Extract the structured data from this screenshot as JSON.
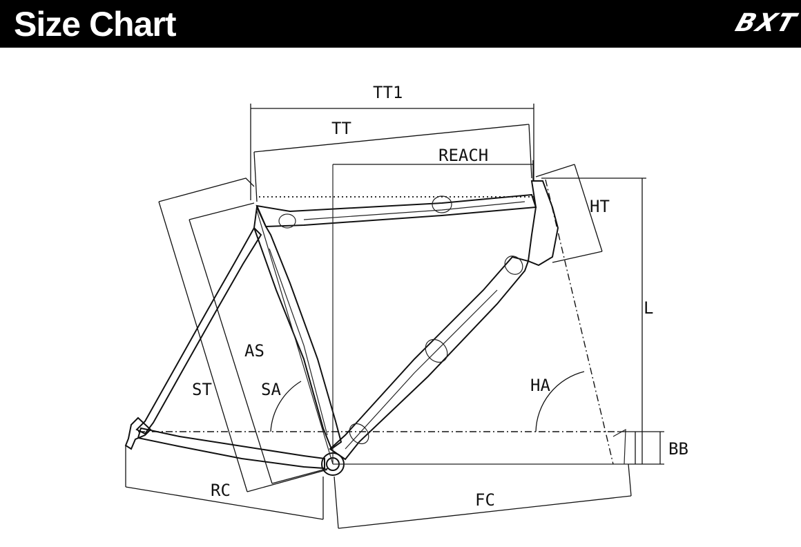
{
  "header": {
    "title": "Size Chart",
    "brand": "BXT",
    "background_color": "#000000",
    "text_color": "#ffffff"
  },
  "diagram": {
    "labels": {
      "tt1": "TT1",
      "tt": "TT",
      "reach": "REACH",
      "ht": "HT",
      "l": "L",
      "as": "AS",
      "st": "ST",
      "sa": "SA",
      "ha": "HA",
      "bb": "BB",
      "rc": "RC",
      "fc": "FC"
    }
  }
}
